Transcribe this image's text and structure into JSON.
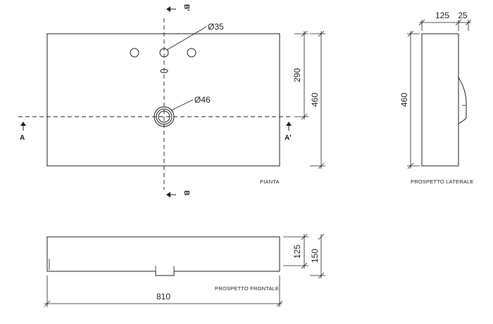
{
  "views": {
    "plan_label": "PIANTA",
    "side_label": "PROSPETTO LATERALE",
    "front_label": "PROSPETTO FRONTALE"
  },
  "dimensions": {
    "tap_hole": "Ø35",
    "drain_hole": "Ø46",
    "hole_offset": "290",
    "plan_depth": "460",
    "side_depth": "460",
    "side_width": "125",
    "side_lip": "25",
    "front_height_inner": "125",
    "front_height_total": "150",
    "front_width": "810"
  },
  "sections": {
    "a_left": "A",
    "a_right": "A'",
    "b_top": "B'",
    "b_bottom": "B"
  }
}
